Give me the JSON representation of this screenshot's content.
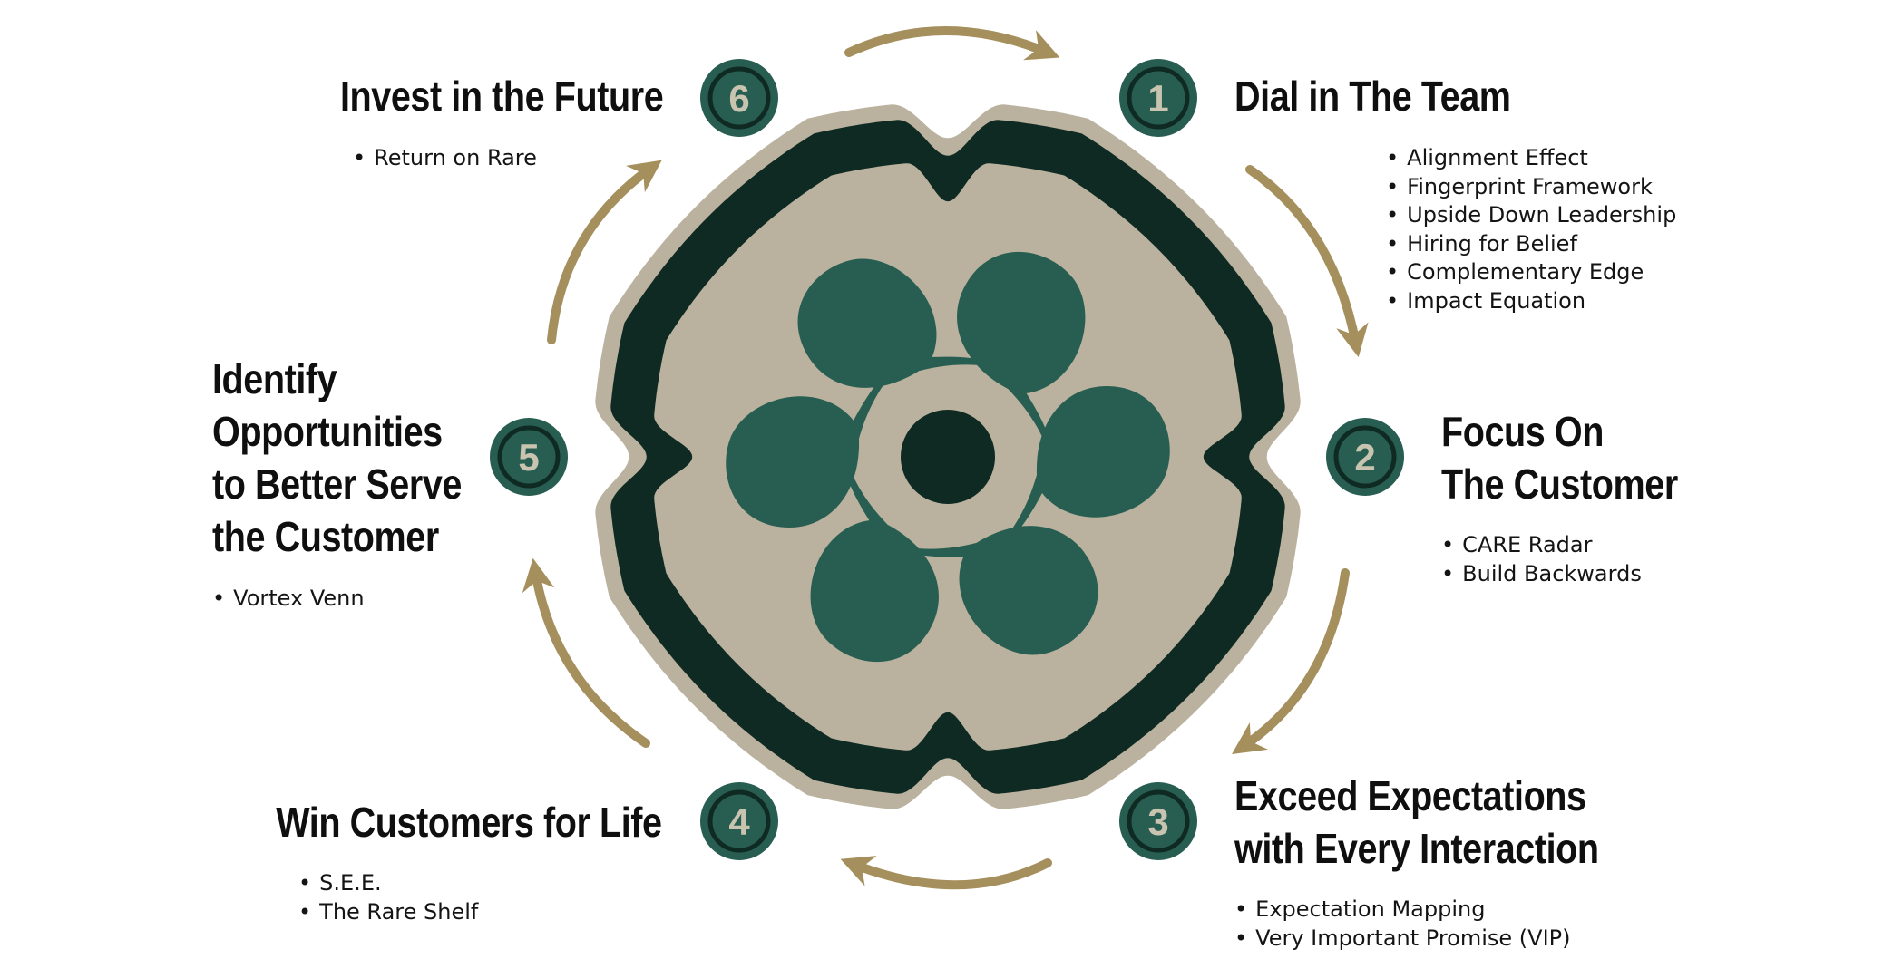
{
  "colors": {
    "dark_green": "#0f2a22",
    "teal": "#285e51",
    "tan": "#bab29f",
    "gold": "#a58f5d",
    "badge_text": "#c9c4b0"
  },
  "steps": [
    {
      "number": "1",
      "title": "Dial in The Team",
      "bullets": [
        "Alignment Effect",
        "Fingerprint Framework",
        "Upside Down Leadership",
        "Hiring for Belief",
        "Complementary Edge",
        "Impact Equation"
      ]
    },
    {
      "number": "2",
      "title": "Focus On\nThe Customer",
      "bullets": [
        "CARE Radar",
        "Build Backwards"
      ]
    },
    {
      "number": "3",
      "title": "Exceed Expectations\nwith Every Interaction",
      "bullets": [
        "Expectation Mapping",
        "Very Important Promise (VIP)"
      ]
    },
    {
      "number": "4",
      "title": "Win Customers for Life",
      "bullets": [
        "S.E.E.",
        "The Rare Shelf"
      ]
    },
    {
      "number": "5",
      "title": "Identify\nOpportunities\nto Better Serve\nthe Customer",
      "bullets": [
        "Vortex Venn"
      ]
    },
    {
      "number": "6",
      "title": "Invest in the Future",
      "bullets": [
        "Return on Rare"
      ]
    }
  ]
}
